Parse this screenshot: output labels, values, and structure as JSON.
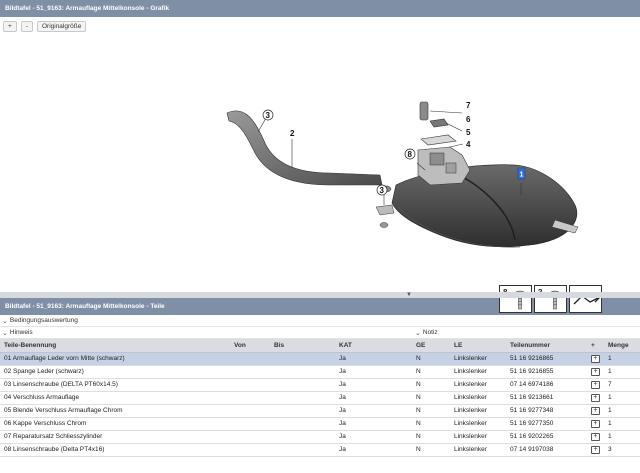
{
  "graphic_panel": {
    "title": "Bildtafel - 51_9163: Armauflage Mittelkonsole - Grafik",
    "zoom_in_label": "+",
    "zoom_out_label": "-",
    "original_size_label": "Originalgröße",
    "callouts": [
      "1",
      "2",
      "3",
      "4",
      "5",
      "6",
      "7",
      "8"
    ],
    "legend": [
      {
        "number": "8",
        "icon": "screw-icon"
      },
      {
        "number": "3",
        "icon": "screw-icon"
      },
      {
        "number": "",
        "icon": "next-arrow-icon"
      }
    ]
  },
  "parts_panel": {
    "title": "Bildtafel - 51_9163: Armauflage Mittelkonsole - Teile",
    "condition_label": "Bedingungsauswertung",
    "hint_label": "Hinweis",
    "note_label": "Notiz",
    "columns": [
      "Teile-Benennung",
      "Von",
      "Bis",
      "KAT",
      "GE",
      "LE",
      "Teilenummer",
      "+",
      "Menge"
    ],
    "rows": [
      {
        "name": "01 Armauflage Leder vorn Mitte (schwarz)",
        "von": "",
        "bis": "",
        "kat": "Ja",
        "ge": "N",
        "le": "Linkslenker",
        "number": "51 16 9216865",
        "cart": "+",
        "qty": "1"
      },
      {
        "name": "02 Spange Leder (schwarz)",
        "von": "",
        "bis": "",
        "kat": "Ja",
        "ge": "N",
        "le": "Linkslenker",
        "number": "51 16 9216855",
        "cart": "+",
        "qty": "1"
      },
      {
        "name": "03 Linsenschraube (DELTA PT60x14.5)",
        "von": "",
        "bis": "",
        "kat": "Ja",
        "ge": "N",
        "le": "Linkslenker",
        "number": "07 14 6974186",
        "cart": "+",
        "qty": "7"
      },
      {
        "name": "04 Verschluss Armauflage",
        "von": "",
        "bis": "",
        "kat": "Ja",
        "ge": "N",
        "le": "Linkslenker",
        "number": "51 16 9213661",
        "cart": "+",
        "qty": "1"
      },
      {
        "name": "05 Blende Verschluss Armauflage Chrom",
        "von": "",
        "bis": "",
        "kat": "Ja",
        "ge": "N",
        "le": "Linkslenker",
        "number": "51 16 9277348",
        "cart": "+",
        "qty": "1"
      },
      {
        "name": "06 Kappe Verschluss Chrom",
        "von": "",
        "bis": "",
        "kat": "Ja",
        "ge": "N",
        "le": "Linkslenker",
        "number": "51 16 9277350",
        "cart": "+",
        "qty": "1"
      },
      {
        "name": "07 Reparatursatz Schliesszylinder",
        "von": "",
        "bis": "",
        "kat": "Ja",
        "ge": "N",
        "le": "Linkslenker",
        "number": "51 16 9202265",
        "cart": "+",
        "qty": "1"
      },
      {
        "name": "08 Linsenschraube (Delta PT4x16)",
        "von": "",
        "bis": "",
        "kat": "Ja",
        "ge": "N",
        "le": "Linkslenker",
        "number": "07 14 9197038",
        "cart": "+",
        "qty": "3"
      }
    ],
    "selected_row": 0
  }
}
